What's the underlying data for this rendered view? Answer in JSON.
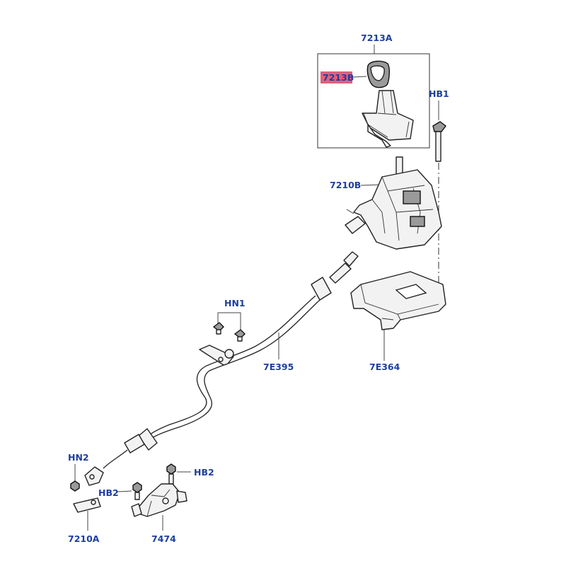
{
  "labels": {
    "l7213A": "7213A",
    "l7213B": "7213B",
    "lHB1": "HB1",
    "l7210B": "7210B",
    "lHN1": "HN1",
    "l7E395": "7E395",
    "l7E364": "7E364",
    "lHN2": "HN2",
    "lHB2a": "HB2",
    "lHB2b": "HB2",
    "l7210A": "7210A",
    "l7474": "7474"
  },
  "colors": {
    "label_text": "#1e3f9e",
    "highlight": "#e0607a"
  }
}
